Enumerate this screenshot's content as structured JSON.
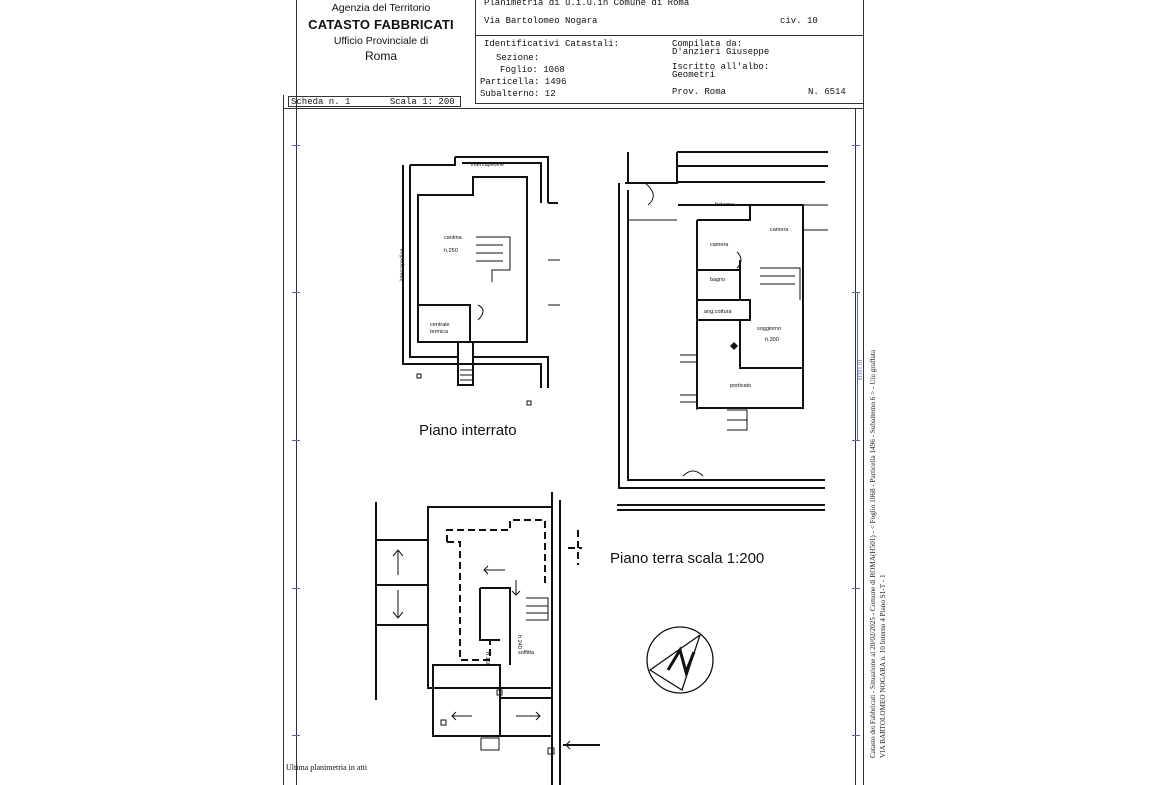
{
  "header": {
    "agency": "Agenzia del Territorio",
    "catasto": "CATASTO FABBRICATI",
    "office": "Ufficio Provinciale di",
    "city": "Roma",
    "plan_title": "Planimetria di u.i.u.in Comune di Roma",
    "address": "Via Bartolomeo Nogara",
    "civ": "civ. 10",
    "id_label": "Identificativi Catastali:",
    "sezione": "Sezione:",
    "foglio": "Foglio: 1068",
    "particella": "Particella: 1496",
    "subalterno": "Subalterno: 12",
    "compilata_label": "Compilata da:",
    "compilata_name": "D'anzieri Giuseppe",
    "iscritto": "Iscritto all'albo:",
    "albo": "Geometri",
    "prov": "Prov. Roma",
    "numero": "N.  6514",
    "scheda": "Scheda n. 1",
    "scala": "Scala 1: 200"
  },
  "plans": {
    "interrato_label": "Piano interrato",
    "terra_label": "Piano terra scala 1:200",
    "rooms_interrato": [
      "intercapedine",
      "cantina",
      "h.250",
      "centrale termica",
      "intercapedine"
    ],
    "rooms_terra": [
      "balcone",
      "camera",
      "camera",
      "bagno",
      "ang.cottura",
      "soggiorno",
      "h.300",
      "porticato"
    ],
    "rooms_lower": [
      "soffitta",
      "h.150",
      "h.240"
    ]
  },
  "footer": {
    "last": "Ultima planimetria in atti"
  },
  "side": {
    "line1": "Catasto dei Fabbricati - Situazione al 20/02/2025 - Comune di ROMA(H501) - < Foglio 1068 - Particella 1496 - Subalterno 6 > - Uiu graffata",
    "line2": "VIA BARTOLOMEO NOGARA n. 10 Interno 4 Piano S1-T - 1",
    "stamp": "H501 01"
  }
}
